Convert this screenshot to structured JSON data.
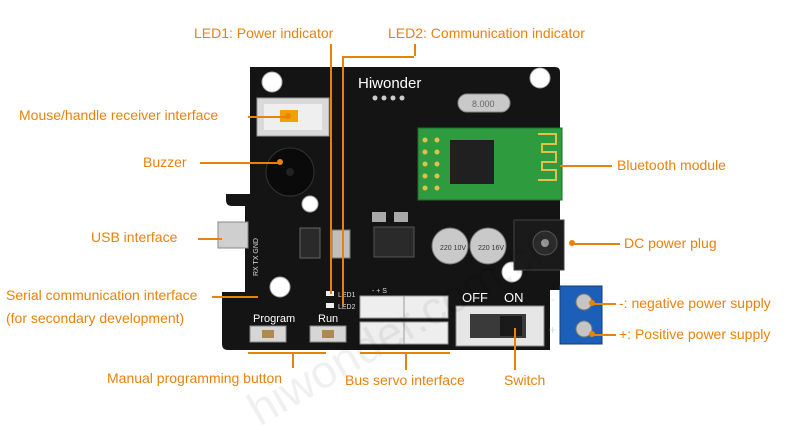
{
  "labels": {
    "led1": "LED1: Power indicator",
    "led2": "LED2: Communication indicator",
    "mouse": "Mouse/handle receiver interface",
    "buzzer": "Buzzer",
    "usb": "USB interface",
    "serial1": "Serial communication interface",
    "serial2": "(for secondary development)",
    "manual": "Manual programming button",
    "bus": "Bus servo interface",
    "switch": "Switch",
    "bluetooth": "Bluetooth module",
    "dc": "DC power plug",
    "neg": "-: negative power supply",
    "pos": "+: Positive power supply"
  },
  "board": {
    "brand": "Hiwonder",
    "crystal": "8.000",
    "off": "OFF",
    "on": "ON",
    "program": "Program",
    "run": "Run",
    "led1_silk": "LED1",
    "led2_silk": "LED2",
    "serial_pins": "RX TX GND",
    "minus": "-",
    "plus": "+",
    "servo_signs": "- + S",
    "cap1": "220 10V",
    "cap2": "220 16V"
  },
  "watermark": "hiwonder.com.cn",
  "colors": {
    "accent": "#e8820c",
    "board": "#141414",
    "bluetooth_pcb": "#2e9c3e",
    "terminal": "#1c5fb8"
  }
}
